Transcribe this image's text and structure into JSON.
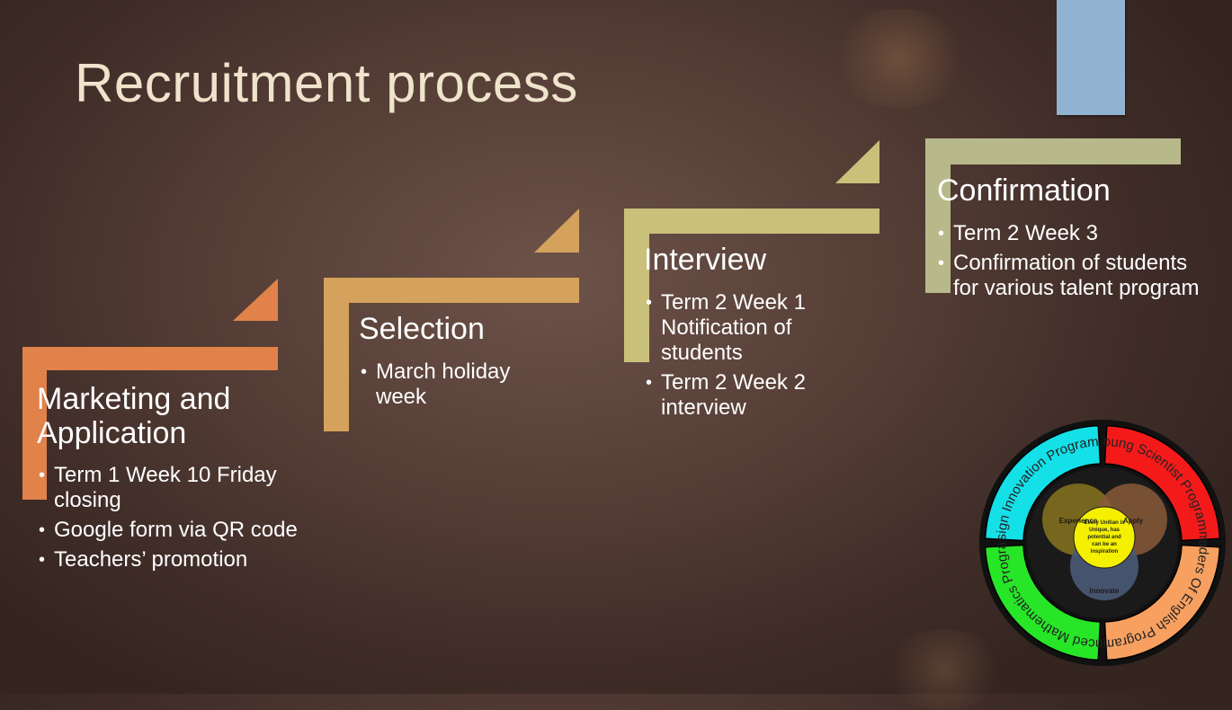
{
  "title": "Recruitment process",
  "steps": [
    {
      "title": "Marketing and Application",
      "color": "#e0824a",
      "bullets": [
        "Term 1 Week 10 Friday closing",
        "Google form via QR code",
        "Teachers’ promotion"
      ]
    },
    {
      "title": "Selection",
      "color": "#d4a25c",
      "bullets": [
        "March holiday week"
      ]
    },
    {
      "title": "Interview",
      "color": "#c9c07a",
      "bullets": [
        "Term 2 Week 1 Notification of students",
        "Term 2 Week 2 interview"
      ]
    },
    {
      "title": "Confirmation",
      "color": "#b7b98a",
      "bullets": [
        "Term 2 Week 3",
        "Confirmation of students for various talent program"
      ]
    }
  ],
  "logo": {
    "segments": [
      {
        "label": "Design Innovation Programme",
        "color": "#14e0e8"
      },
      {
        "label": "Young Scientist Programme",
        "color": "#f51a1a"
      },
      {
        "label": "Leaders Of English Programme",
        "color": "#f7a060"
      },
      {
        "label": "Advanced Mathematics Programme",
        "color": "#27e627"
      }
    ],
    "circles": {
      "experience": "Experience",
      "apply": "Apply",
      "innovate": "Innovate"
    },
    "center_text": [
      "Every Unitian is",
      "Unique, has",
      "potential and",
      "can be an",
      "inspiration"
    ]
  }
}
